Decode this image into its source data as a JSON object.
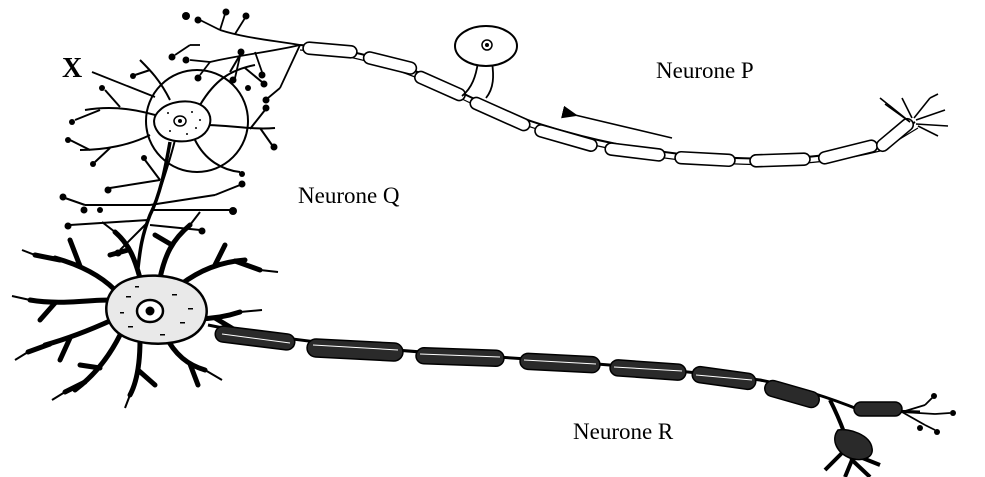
{
  "labels": {
    "x": "X",
    "neurone_p": "Neurone P",
    "neurone_q": "Neurone Q",
    "neurone_r": "Neurone R"
  },
  "colors": {
    "ink": "#000000",
    "cell_fill": "#e9e9e9",
    "background": "#ffffff"
  }
}
